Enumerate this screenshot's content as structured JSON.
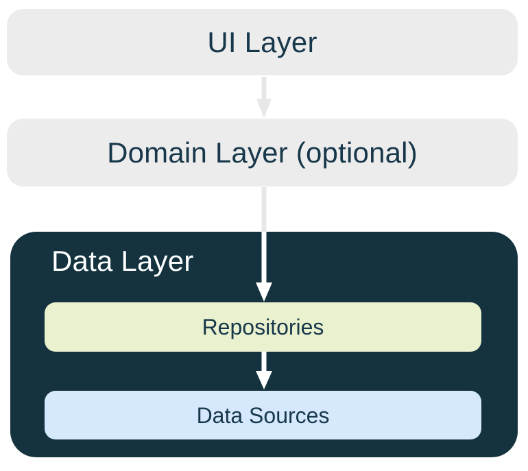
{
  "diagram": {
    "type": "architecture-layers",
    "nodes": {
      "ui_layer": {
        "label": "UI Layer"
      },
      "domain_layer": {
        "label": "Domain Layer (optional)"
      },
      "data_layer": {
        "label": "Data Layer"
      },
      "repositories": {
        "label": "Repositories"
      },
      "data_sources": {
        "label": "Data Sources"
      }
    },
    "edges": [
      {
        "from": "UI Layer",
        "to": "Domain Layer (optional)",
        "direction": "down"
      },
      {
        "from": "Domain Layer (optional)",
        "to": "Repositories",
        "direction": "down"
      },
      {
        "from": "Repositories",
        "to": "Data Sources",
        "direction": "down"
      }
    ]
  },
  "colors": {
    "background": "#ffffff",
    "layer_box_gray": "#ececec",
    "navy": "#14333f",
    "navy_text": "#17374a",
    "repositories_green": "#eaf1cf",
    "data_sources_blue": "#d6e9fc",
    "arrow_gray": "#e7e7e7",
    "arrow_white": "#ffffff"
  }
}
